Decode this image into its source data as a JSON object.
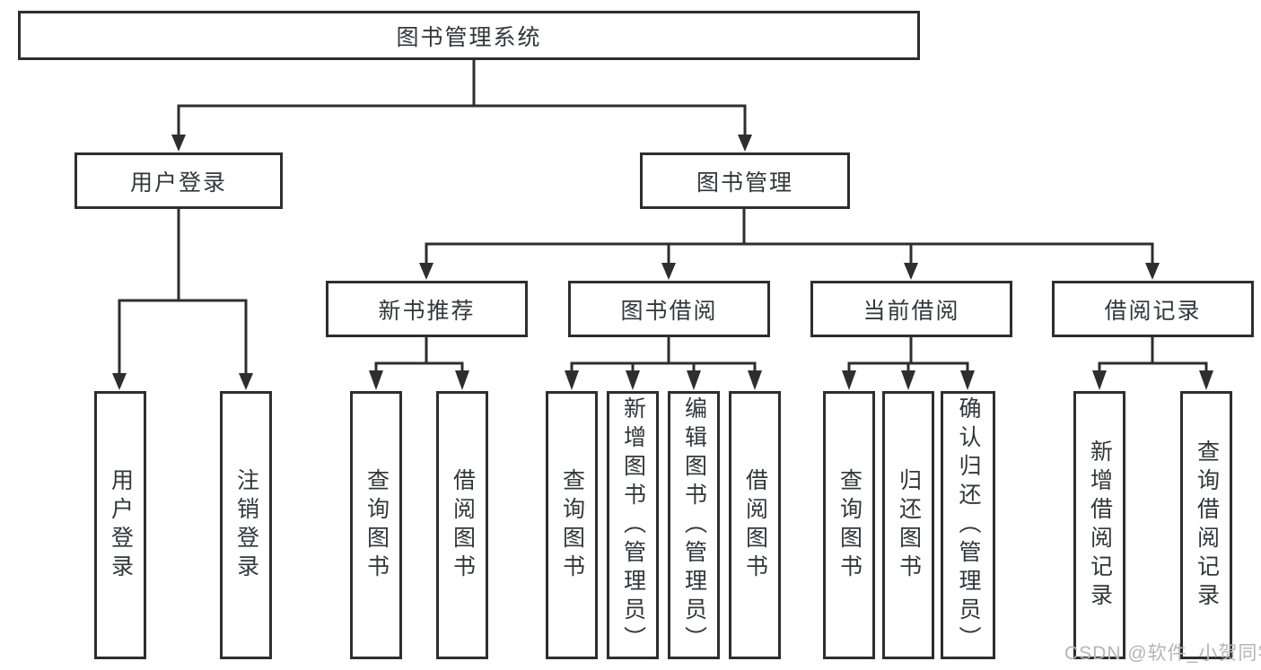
{
  "diagram": {
    "title": "图书管理系统",
    "watermark": "CSDN @软件_小贺同学",
    "colors": {
      "line": "#2e2e2e",
      "box_border": "#2e2e2e",
      "text": "#33363a",
      "background": "#ffffff",
      "watermark": "#b5b5b5"
    },
    "nodes": {
      "root": {
        "label": "图书管理系统"
      },
      "user_login": {
        "label": "用户登录"
      },
      "book_mgmt": {
        "label": "图书管理"
      },
      "new_book_rec": {
        "label": "新书推荐"
      },
      "book_borrow": {
        "label": "图书借阅"
      },
      "current_borrow": {
        "label": "当前借阅"
      },
      "borrow_record": {
        "label": "借阅记录"
      },
      "leaf_user_login": {
        "label": "用户登录"
      },
      "leaf_logout": {
        "label": "注销登录"
      },
      "leaf_query_book_1": {
        "label": "查询图书"
      },
      "leaf_borrow_book_1": {
        "label": "借阅图书"
      },
      "leaf_query_book_2": {
        "label": "查询图书"
      },
      "leaf_add_book": {
        "label": "新增图书（管理员）"
      },
      "leaf_edit_book": {
        "label": "编辑图书（管理员）"
      },
      "leaf_borrow_book_2": {
        "label": "借阅图书"
      },
      "leaf_query_book_3": {
        "label": "查询图书"
      },
      "leaf_return_book": {
        "label": "归还图书"
      },
      "leaf_confirm_return": {
        "label": "确认归还（管理员）"
      },
      "leaf_add_borrow_record": {
        "label": "新增借阅记录"
      },
      "leaf_query_borrow_record": {
        "label": "查询借阅记录"
      }
    },
    "hierarchy": {
      "root": [
        "user_login",
        "book_mgmt"
      ],
      "user_login": [
        "leaf_user_login",
        "leaf_logout"
      ],
      "book_mgmt": [
        "new_book_rec",
        "book_borrow",
        "current_borrow",
        "borrow_record"
      ],
      "new_book_rec": [
        "leaf_query_book_1",
        "leaf_borrow_book_1"
      ],
      "book_borrow": [
        "leaf_query_book_2",
        "leaf_add_book",
        "leaf_edit_book",
        "leaf_borrow_book_2"
      ],
      "current_borrow": [
        "leaf_query_book_3",
        "leaf_return_book",
        "leaf_confirm_return"
      ],
      "borrow_record": [
        "leaf_add_borrow_record",
        "leaf_query_borrow_record"
      ]
    }
  }
}
